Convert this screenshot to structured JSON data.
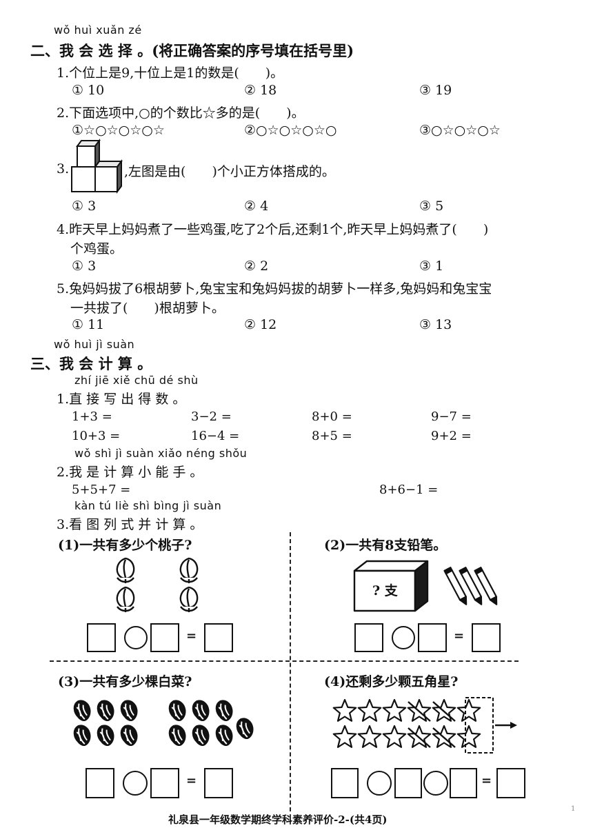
{
  "section2": {
    "pinyin": "wǒ huì xuǎn zé",
    "title": "二、我 会 选 择 。(将正确答案的序号填在括号里)",
    "questions": [
      {
        "stem": "1.个位上是9,十位上是1的数是(　　)。",
        "options": [
          "① 10",
          "② 18",
          "③ 19"
        ]
      },
      {
        "stem": "2.下面选项中,○的个数比☆多的是(　　)。",
        "options": [
          "①☆○☆○☆○☆",
          "②○☆○☆○☆○",
          "③○☆○☆○☆"
        ]
      },
      {
        "num": "3.",
        "stem": ",左图是由(　　)个小正方体搭成的。",
        "options": [
          "① 3",
          "② 4",
          "③ 5"
        ]
      },
      {
        "stem": "4.昨天早上妈妈煮了一些鸡蛋,吃了2个后,还剩1个,昨天早上妈妈煮了(　　)",
        "stem2": "个鸡蛋。",
        "options": [
          "① 3",
          "② 2",
          "③ 1"
        ]
      },
      {
        "stem": "5.兔妈妈拔了6根胡萝卜,兔宝宝和兔妈妈拔的胡萝卜一样多,兔妈妈和兔宝宝",
        "stem2": "一共拔了(　　)根胡萝卜。",
        "options": [
          "① 11",
          "② 12",
          "③ 13"
        ]
      }
    ]
  },
  "section3": {
    "pinyin": "wǒ huì jì suàn",
    "title": "三、我 会 计 算 。",
    "part1": {
      "pinyin": "zhí jiē xiě chū dé shù",
      "title": "1.直 接 写 出 得 数 。",
      "rows": [
        [
          "1+3 =",
          "3−2 =",
          "8+0 =",
          "9−7 ="
        ],
        [
          "10+3 =",
          "16−4 =",
          "8+5 =",
          "9+2 ="
        ]
      ]
    },
    "part2": {
      "pinyin": "wǒ shì jì suàn xiǎo néng shǒu",
      "title": "2.我 是 计 算 小 能 手 。",
      "items": [
        "5+5+7 =",
        "8+6−1 ="
      ]
    },
    "part3": {
      "pinyin": "kàn tú liè shì bìng jì suàn",
      "title": "3.看 图 列 式 并 计 算 。",
      "problems": [
        {
          "title": "(1)一共有多少个桃子?"
        },
        {
          "title": "(2)一共有8支铅笔。",
          "box_label": "? 支"
        },
        {
          "title": "(3)一共有多少棵白菜?"
        },
        {
          "title": "(4)还剩多少颗五角星?"
        }
      ],
      "equals": "="
    }
  },
  "footer": "礼泉县一年级数学期终学科素养评价-2-(共4页)",
  "corner_mark": "1"
}
